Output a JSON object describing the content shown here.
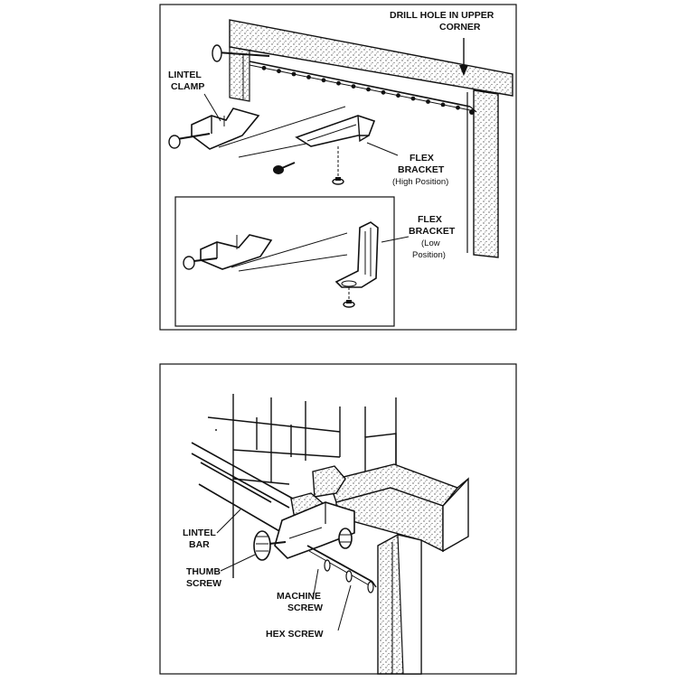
{
  "top_panel": {
    "labels": {
      "drill_hole": [
        "DRILL HOLE IN UPPER",
        "CORNER"
      ],
      "lintel_clamp": [
        "LINTEL",
        "CLAMP"
      ],
      "flex_bracket_high": [
        "FLEX",
        "BRACKET",
        "(High Position)"
      ],
      "flex_bracket_low": [
        "FLEX",
        "BRACKET",
        "(Low",
        "Position)"
      ]
    }
  },
  "bottom_panel": {
    "labels": {
      "lintel_bar": [
        "LINTEL",
        "BAR"
      ],
      "thumb_screw": [
        "THUMB",
        "SCREW"
      ],
      "machine_screw": [
        "MACHINE",
        "SCREW"
      ],
      "hex_screw": "HEX SCREW"
    }
  },
  "colors": {
    "line": "#111111",
    "background": "#ffffff",
    "stipple": "#555555"
  }
}
